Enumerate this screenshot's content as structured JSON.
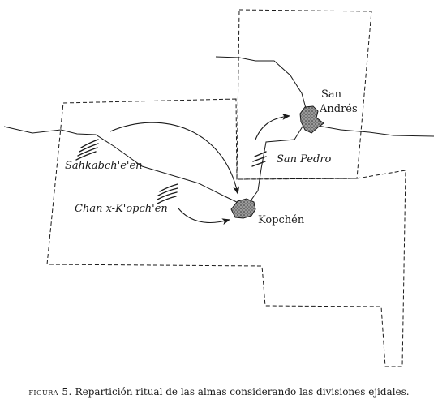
{
  "map": {
    "places": {
      "san_andres_line1": "San",
      "san_andres_line2": "Andrés",
      "kopchen": "Kopchén",
      "san_pedro": "San Pedro",
      "sahkabcheen": "Sahkabch'e'en",
      "chan_kopchen": "Chan x-K'opch'en"
    },
    "colors": {
      "ink": "#1a1a1a",
      "settlement_fill": "#888888"
    }
  },
  "caption": {
    "label": "figura 5.",
    "text": " Repartición ritual de las almas considerando las divisiones ejidales."
  }
}
